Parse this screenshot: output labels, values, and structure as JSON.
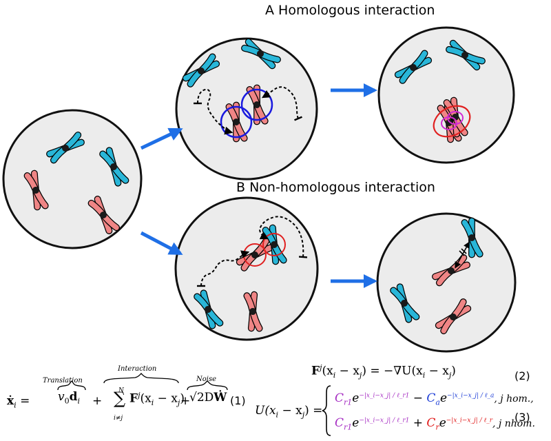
{
  "sections": {
    "a_title": "A Homologous interaction",
    "b_title": "B Non-homologous interaction"
  },
  "colors": {
    "cell_fill": "#ececec",
    "cell_stroke": "#111111",
    "homolog_cyan": "#29b6d8",
    "homolog_red": "#ef8585",
    "arrow_blue": "#1f6fe6",
    "ring_blue": "#1a1adf",
    "ring_red": "#e02020",
    "ring_magenta": "#d22ad2",
    "eq_purple": "#a52cc2",
    "eq_blue": "#1e3ed6",
    "eq_red": "#e01818"
  },
  "equations": {
    "eq1": {
      "lhs": "ẋ",
      "lhs_sub": "i",
      "equals": "=",
      "term1_label": "Translation",
      "term1_v": "v",
      "term1_v_sub": "0",
      "term1_d": "d",
      "term1_d_sub": "i",
      "plus1": "+",
      "term2_label": "Interaction",
      "sum_top": "N",
      "sum_symbol": "∑",
      "sum_bottom": "i≠j",
      "term2_F": "F",
      "term2_sup": "j",
      "term2_args": "(x",
      "term2_args_i": "i",
      "term2_minus": " − x",
      "term2_args_j": "j",
      "term2_close": ")",
      "plus2": "+",
      "term3_label": "Noise",
      "term3_sqrt": "√2D",
      "term3_W": "Ẇ",
      "number": "(1)"
    },
    "eq2": {
      "text_F": "F",
      "text_sup": "j",
      "text_rest": "(x",
      "i": "i",
      "minus": " − x",
      "j": "j",
      "rhs": ") = −∇U(x",
      "rhs_i": "i",
      "rhs_minus": " − x",
      "rhs_j": "j",
      "rhs_close": ")",
      "number": "(2)"
    },
    "eq3": {
      "lhs": "U(x",
      "lhs_i": "i",
      "lhs_minus": " − x",
      "lhs_j": "j",
      "lhs_close": ") =",
      "row1_C": "C",
      "row1_C_sub": "r1",
      "row1_e": "e",
      "row1_exp1": "−|x_i−x_j| / ℓ_r1",
      "row1_op": "− ",
      "row1_C2": "C",
      "row1_C2_sub": "a",
      "row1_e2": "e",
      "row1_exp2": "−|x_i−x_j| / ℓ_a",
      "row1_cond": ",   j hom.,",
      "row2_C": "C",
      "row2_C_sub": "r1",
      "row2_e": "e",
      "row2_exp1": "−|x_i−x_j| / ℓ_r1",
      "row2_op": "+ ",
      "row2_C2": "C",
      "row2_C2_sub": "r",
      "row2_e2": "e",
      "row2_exp2": "−|x_i−x_j| / ℓ_r",
      "row2_cond": ",   j nhom.",
      "number": "(3)"
    }
  }
}
